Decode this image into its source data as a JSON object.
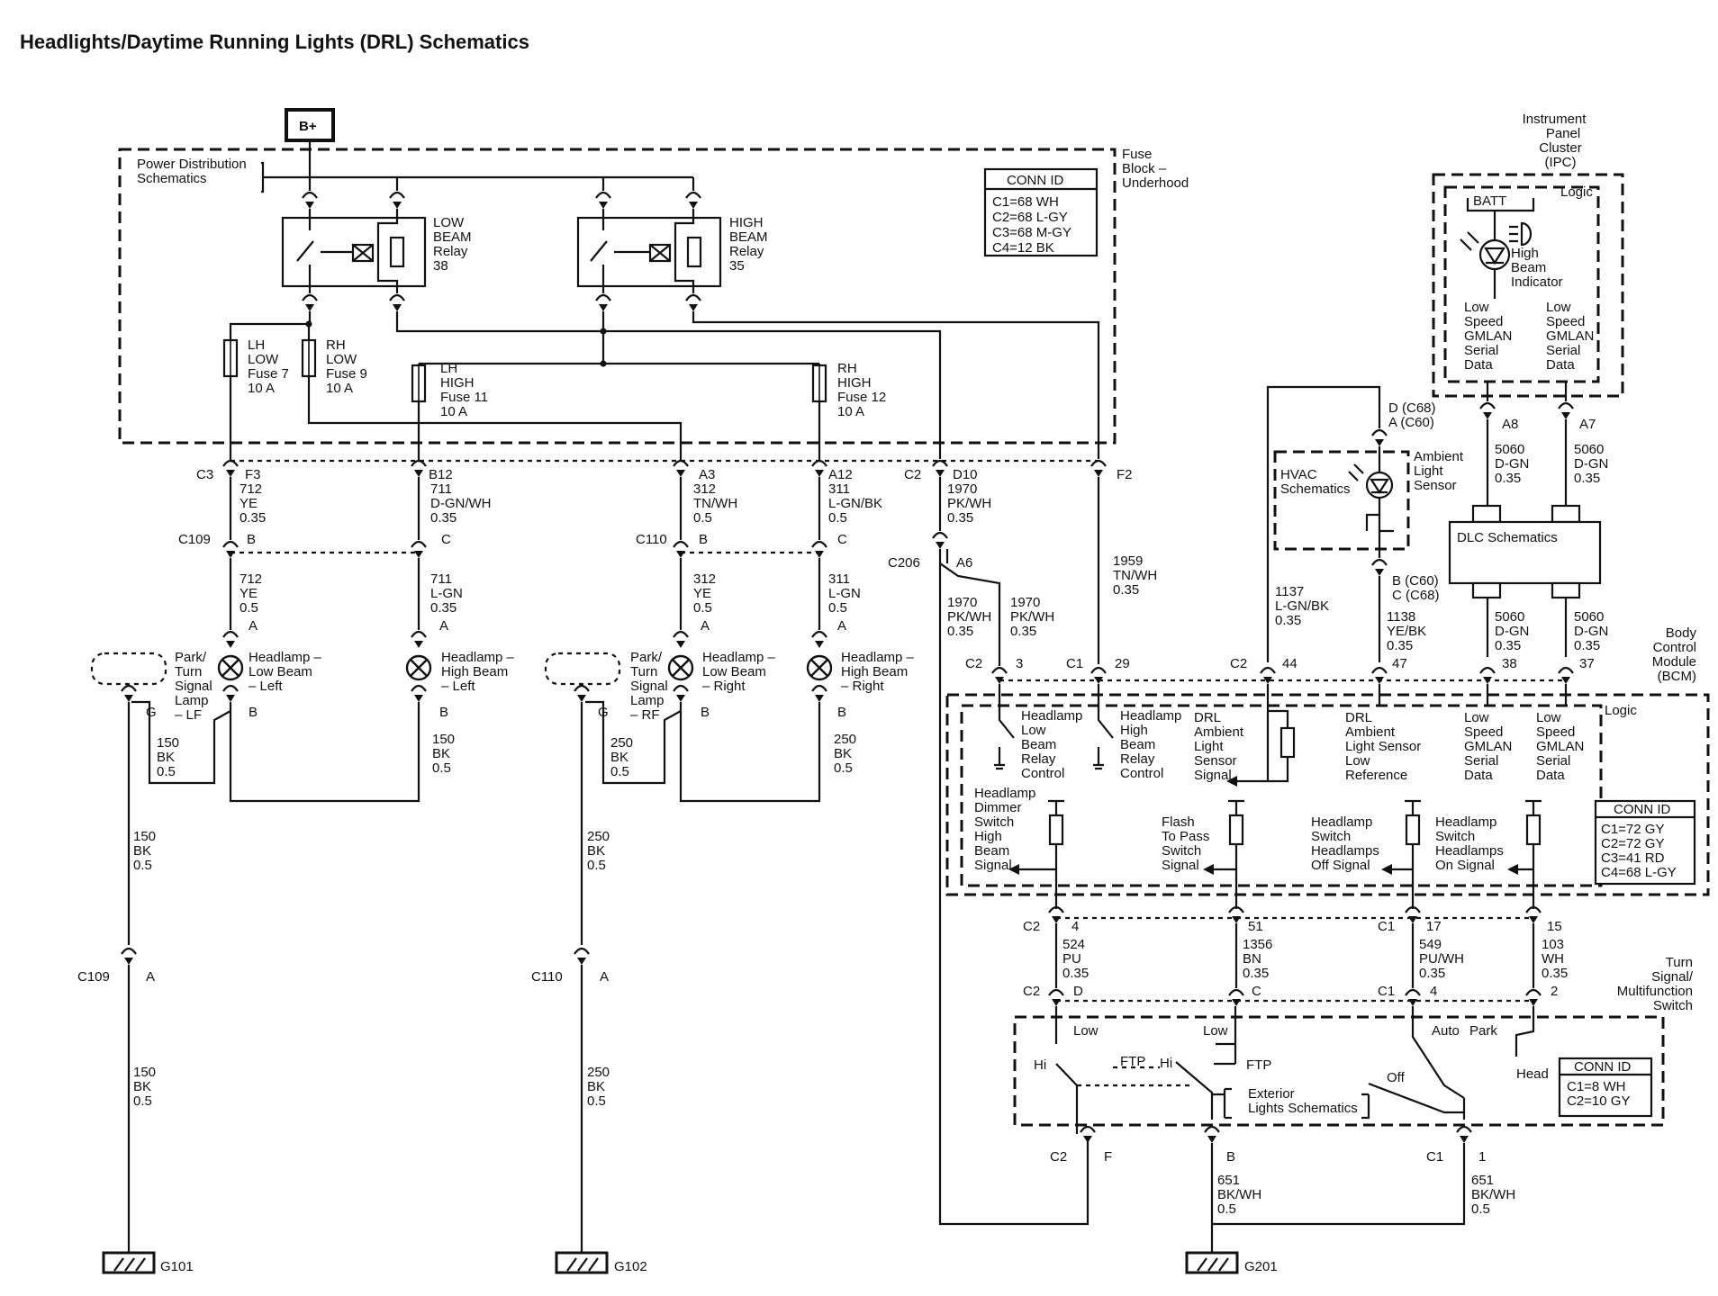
{
  "title": "Headlights/Daytime Running Lights (DRL) Schematics",
  "power": {
    "bplus": "B+",
    "pds": [
      "Power Distribution",
      "Schematics"
    ],
    "fuse_block": [
      "Fuse",
      "Block –",
      "Underhood"
    ],
    "conn_fuse": {
      "head": "CONN ID",
      "lines": [
        "C1=68 WH",
        "C2=68 L-GY",
        "C3=68 M-GY",
        "C4=12 BK"
      ]
    },
    "low_relay": [
      "LOW",
      "BEAM",
      "Relay",
      "38"
    ],
    "high_relay": [
      "HIGH",
      "BEAM",
      "Relay",
      "35"
    ],
    "fuse7": [
      "LH",
      "LOW",
      "Fuse 7",
      "10 A"
    ],
    "fuse9": [
      "RH",
      "LOW",
      "Fuse 9",
      "10 A"
    ],
    "fuse11": [
      "LH",
      "HIGH",
      "Fuse 11",
      "10 A"
    ],
    "fuse12": [
      "RH",
      "HIGH",
      "Fuse 12",
      "10 A"
    ]
  },
  "pins": {
    "c3": "C3",
    "f3": "F3",
    "b12": "B12",
    "a3": "A3",
    "a12": "A12",
    "c2": "C2",
    "d10": "D10",
    "f2": "F2",
    "c109": "C109",
    "c110": "C110",
    "c206": "C206",
    "a6": "A6",
    "b": "B",
    "c": "C",
    "a": "A",
    "g": "G"
  },
  "wires": {
    "w712a": [
      "712",
      "YE",
      "0.35"
    ],
    "w711a": [
      "711",
      "D-GN/WH",
      "0.35"
    ],
    "w312a": [
      "312",
      "TN/WH",
      "0.5"
    ],
    "w311a": [
      "311",
      "L-GN/BK",
      "0.5"
    ],
    "w1970a": [
      "1970",
      "PK/WH",
      "0.35"
    ],
    "w712b": [
      "712",
      "YE",
      "0.5"
    ],
    "w711b": [
      "711",
      "L-GN",
      "0.35"
    ],
    "w312b": [
      "312",
      "YE",
      "0.5"
    ],
    "w311b": [
      "311",
      "L-GN",
      "0.5"
    ],
    "w1959": [
      "1959",
      "TN/WH",
      "0.35"
    ],
    "w1970b": [
      "1970",
      "PK/WH",
      "0.35"
    ],
    "w1970c": [
      "1970",
      "PK/WH",
      "0.35"
    ],
    "w150a": [
      "150",
      "BK",
      "0.5"
    ],
    "w150b": [
      "150",
      "BK",
      "0.5"
    ],
    "w250a": [
      "250",
      "BK",
      "0.5"
    ],
    "w250b": [
      "250",
      "BK",
      "0.5"
    ],
    "w150c": [
      "150",
      "BK",
      "0.5"
    ],
    "w150d": [
      "150",
      "BK",
      "0.5"
    ],
    "w250c": [
      "250",
      "BK",
      "0.5"
    ],
    "w250d": [
      "250",
      "BK",
      "0.5"
    ],
    "w1137": [
      "1137",
      "L-GN/BK",
      "0.35"
    ],
    "w1138": [
      "1138",
      "YE/BK",
      "0.35"
    ],
    "w5060a": [
      "5060",
      "D-GN",
      "0.35"
    ],
    "w5060b": [
      "5060",
      "D-GN",
      "0.35"
    ],
    "w5060c": [
      "5060",
      "D-GN",
      "0.35"
    ],
    "w5060d": [
      "5060",
      "D-GN",
      "0.35"
    ],
    "w524": [
      "524",
      "PU",
      "0.35"
    ],
    "w1356": [
      "1356",
      "BN",
      "0.35"
    ],
    "w549": [
      "549",
      "PU/WH",
      "0.35"
    ],
    "w103": [
      "103",
      "WH",
      "0.35"
    ],
    "w651a": [
      "651",
      "BK/WH",
      "0.5"
    ],
    "w651b": [
      "651",
      "BK/WH",
      "0.5"
    ]
  },
  "lamps": {
    "park_lf": [
      "Park/",
      "Turn",
      "Signal",
      "Lamp",
      "– LF"
    ],
    "low_left": [
      "Headlamp –",
      "Low Beam",
      "– Left"
    ],
    "high_left": [
      "Headlamp –",
      "High Beam",
      "– Left"
    ],
    "park_rf": [
      "Park/",
      "Turn",
      "Signal",
      "Lamp",
      "– RF"
    ],
    "low_right": [
      "Headlamp –",
      "Low Beam",
      "– Right"
    ],
    "high_right": [
      "Headlamp –",
      "High Beam",
      "– Right"
    ]
  },
  "grounds": {
    "g101": "G101",
    "g102": "G102",
    "g201": "G201"
  },
  "ipc": {
    "title": [
      "Instrument",
      "Panel",
      "Cluster",
      "(IPC)"
    ],
    "logic": "Logic",
    "batt": "BATT",
    "indicator": [
      "High",
      "Beam",
      "Indicator"
    ],
    "lan1": [
      "Low",
      "Speed",
      "GMLAN",
      "Serial",
      "Data"
    ],
    "lan2": [
      "Low",
      "Speed",
      "GMLAN",
      "Serial",
      "Data"
    ],
    "a8": "A8",
    "a7": "A7"
  },
  "sensor": {
    "d_c68": "D (C68)",
    "a_c60": "A (C60)",
    "b_c60": "B (C60)",
    "c_c68": "C (C68)",
    "hvac": [
      "HVAC",
      "Schematics"
    ],
    "label": [
      "Ambient",
      "Light",
      "Sensor"
    ]
  },
  "dlc": "DLC Schematics",
  "bcm": {
    "title": [
      "Body",
      "Control",
      "Module",
      "(BCM)"
    ],
    "logic": "Logic",
    "c2": "C2",
    "c1": "C1",
    "pin3": "3",
    "pin29": "29",
    "pin44": "44",
    "pin47": "47",
    "pin38": "38",
    "pin37": "37",
    "low_ctl": [
      "Headlamp",
      "Low",
      "Beam",
      "Relay",
      "Control"
    ],
    "high_ctl": [
      "Headlamp",
      "High",
      "Beam",
      "Relay",
      "Control"
    ],
    "drl_sig": [
      "DRL",
      "Ambient",
      "Light",
      "Sensor",
      "Signal"
    ],
    "drl_ref": [
      "DRL",
      "Ambient",
      "Light Sensor",
      "Low",
      "Reference"
    ],
    "lan1": [
      "Low",
      "Speed",
      "GMLAN",
      "Serial",
      "Data"
    ],
    "lan2": [
      "Low",
      "Speed",
      "GMLAN",
      "Serial",
      "Data"
    ],
    "dimmer": [
      "Headlamp",
      "Dimmer",
      "Switch",
      "High",
      "Beam",
      "Signal"
    ],
    "ftp": [
      "Flash",
      "To Pass",
      "Switch",
      "Signal"
    ],
    "off_sig": [
      "Headlamp",
      "Switch",
      "Headlamps",
      "Off Signal"
    ],
    "on_sig": [
      "Headlamp",
      "Switch",
      "Headlamps",
      "On Signal"
    ],
    "conn": {
      "head": "CONN ID",
      "lines": [
        "C1=72 GY",
        "C2=72 GY",
        "C3=41 RD",
        "C4=68 L-GY"
      ]
    },
    "c2_4": "C2",
    "p4": "4",
    "p51": "51",
    "c1_17": "C1",
    "p17": "17",
    "p15": "15"
  },
  "switch": {
    "title": [
      "Turn",
      "Signal/",
      "Multifunction",
      "Switch"
    ],
    "c2": "C2",
    "d": "D",
    "c": "C",
    "c1": "C1",
    "p4": "4",
    "p2": "2",
    "low1": "Low",
    "low2": "Low",
    "hi1": "Hi",
    "hi2": "Hi",
    "ftp1": "FTP",
    "ftp2": "FTP",
    "auto": "Auto",
    "park": "Park",
    "head": "Head",
    "off": "Off",
    "ext": [
      "Exterior",
      "Lights Schematics"
    ],
    "conn": {
      "head": "CONN ID",
      "lines": [
        "C1=8 WH",
        "C2=10 GY"
      ]
    },
    "c2b": "C2",
    "f": "F",
    "b": "B",
    "c1b": "C1",
    "p1": "1"
  }
}
